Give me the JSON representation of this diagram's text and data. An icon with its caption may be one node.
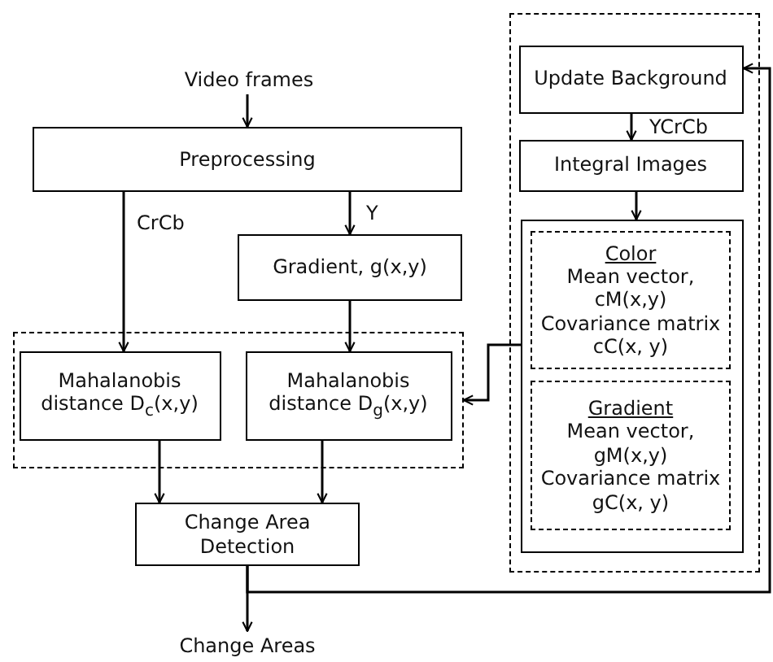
{
  "diagram": {
    "nodes": [
      {
        "text": [
          "Video frames"
        ]
      },
      {
        "text": [
          "Preprocessing"
        ]
      },
      {
        "text": [
          "Gradient, g(x,y)"
        ]
      },
      {
        "text": [],
        "shape": "box"
      },
      {
        "text": [
          "Mahalanobis distance D$_{c}$(x,y)"
        ],
        "in": 3
      },
      {
        "text": [
          "Mahalanobis distance D$_{g}$(x,y)"
        ],
        "in": 3
      },
      {
        "text": [
          "Change Area Detection"
        ]
      },
      {
        "text": [
          "Change Areas"
        ]
      },
      {
        "text": [],
        "shape": "box"
      },
      {
        "text": [
          "Update Background"
        ],
        "in": 8
      },
      {
        "text": [
          "Integral Images"
        ],
        "in": 8
      },
      {
        "text": [],
        "shape": "box",
        "in": 8
      },
      {
        "text": [
          "Color",
          "Mean vector, cM(x,y)",
          "Covariance matrix cC(x, y)"
        ],
        "in": 11
      },
      {
        "text": [
          "Gradient",
          "Mean vector, gM(x,y)",
          "Covariance matrix gC(x, y)"
        ],
        "in": 11
      }
    ],
    "edges": [
      {
        "from": 0,
        "to": 1,
        "arrow": "to"
      },
      {
        "from": 1,
        "to": 4,
        "arrow": "to",
        "label": "CrCb"
      },
      {
        "from": 1,
        "to": 2,
        "arrow": "to",
        "label": "Y"
      },
      {
        "from": 2,
        "to": 5,
        "arrow": "to"
      },
      {
        "from": 4,
        "to": 6,
        "arrow": "to"
      },
      {
        "from": 5,
        "to": 6,
        "arrow": "to"
      },
      {
        "from": 6,
        "to": 7,
        "arrow": "to"
      },
      {
        "from": 6,
        "to": 9,
        "arrow": "to"
      },
      {
        "from": 9,
        "to": 10,
        "arrow": "to",
        "label": "YCrCb"
      },
      {
        "from": 10,
        "to": 11,
        "arrow": "to"
      },
      {
        "from": 11,
        "to": 3,
        "arrow": "to"
      }
    ]
  }
}
